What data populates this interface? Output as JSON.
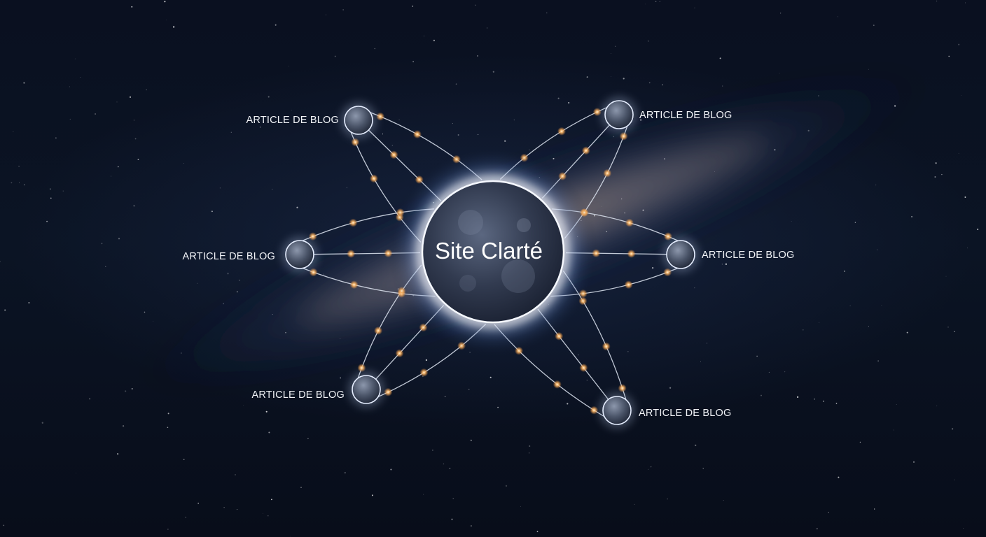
{
  "diagram": {
    "center": {
      "label": "Site Clarté",
      "icon": "moon-sphere-icon"
    },
    "nodes": [
      {
        "id": "top-left",
        "label": "ARTICLE DE BLOG",
        "icon": "moon-sphere-icon"
      },
      {
        "id": "top-right",
        "label": "ARTICLE DE BLOG",
        "icon": "moon-sphere-icon"
      },
      {
        "id": "middle-left",
        "label": "ARTICLE DE BLOG",
        "icon": "moon-sphere-icon"
      },
      {
        "id": "middle-right",
        "label": "ARTICLE DE BLOG",
        "icon": "moon-sphere-icon"
      },
      {
        "id": "bottom-left",
        "label": "ARTICLE DE BLOG",
        "icon": "moon-sphere-icon"
      },
      {
        "id": "bottom-right",
        "label": "ARTICLE DE BLOG",
        "icon": "moon-sphere-icon"
      }
    ],
    "colors": {
      "background": "#070b16",
      "link_line": "#dfe6f2",
      "glow_dot": "#ffb866",
      "hub_halo": "#e8f0ff",
      "node_fill": "#3a4458"
    }
  }
}
